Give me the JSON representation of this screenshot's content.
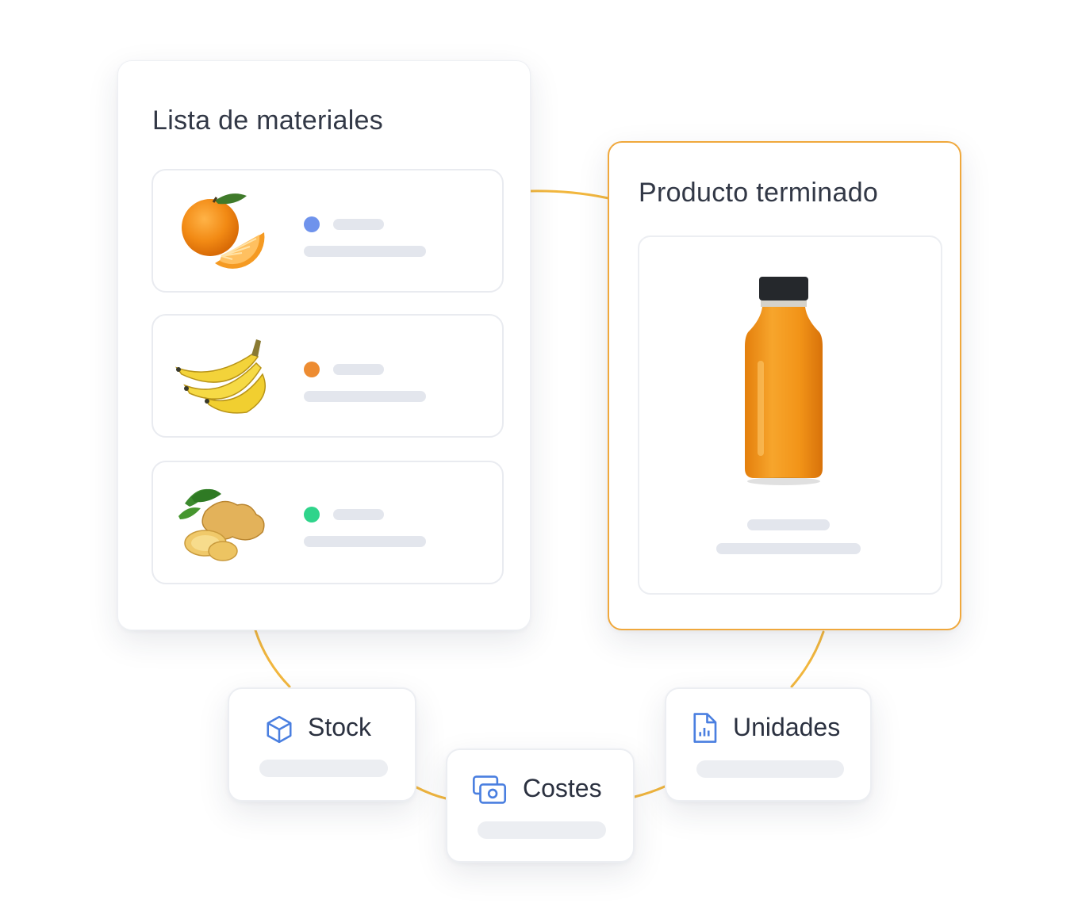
{
  "materials": {
    "title": "Lista de materiales",
    "items": [
      {
        "name": "orange",
        "status_color": "#6f93ec"
      },
      {
        "name": "banana",
        "status_color": "#ed8c32"
      },
      {
        "name": "ginger",
        "status_color": "#2fd48b"
      }
    ]
  },
  "product": {
    "title": "Producto terminado",
    "image": "orange-juice-bottle"
  },
  "tags": {
    "stock": {
      "label": "Stock",
      "icon": "box-icon"
    },
    "costes": {
      "label": "Costes",
      "icon": "cash-icon"
    },
    "unidades": {
      "label": "Unidades",
      "icon": "report-icon"
    }
  },
  "colors": {
    "accent": "#f0a83c",
    "connector": "#f2b73e",
    "icon": "#4a7fe0",
    "placeholder": "#e3e6ed"
  }
}
